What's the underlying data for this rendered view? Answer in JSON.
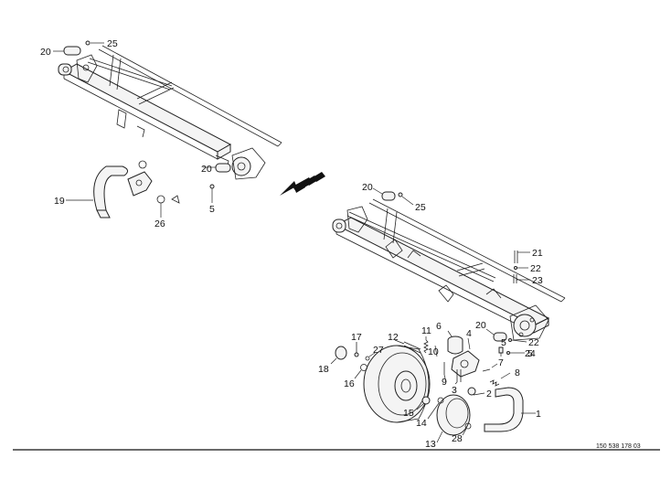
{
  "diagram": {
    "reference_number": "150 538 178 03",
    "callouts": [
      {
        "id": "c20a",
        "text": "20"
      },
      {
        "id": "c25a",
        "text": "25"
      },
      {
        "id": "c20b",
        "text": "20"
      },
      {
        "id": "c5a",
        "text": "5"
      },
      {
        "id": "c19",
        "text": "19"
      },
      {
        "id": "c26",
        "text": "26"
      },
      {
        "id": "c20c",
        "text": "20"
      },
      {
        "id": "c25b",
        "text": "25"
      },
      {
        "id": "c21",
        "text": "21"
      },
      {
        "id": "c22a",
        "text": "22"
      },
      {
        "id": "c23",
        "text": "23"
      },
      {
        "id": "c6",
        "text": "6"
      },
      {
        "id": "c4",
        "text": "4"
      },
      {
        "id": "c11",
        "text": "11"
      },
      {
        "id": "c12",
        "text": "12"
      },
      {
        "id": "c17",
        "text": "17"
      },
      {
        "id": "c20d",
        "text": "20"
      },
      {
        "id": "c22b",
        "text": "22"
      },
      {
        "id": "c5b",
        "text": "5"
      },
      {
        "id": "c5c",
        "text": "5"
      },
      {
        "id": "c24",
        "text": "24"
      },
      {
        "id": "c27",
        "text": "27"
      },
      {
        "id": "c10",
        "text": "10"
      },
      {
        "id": "c7",
        "text": "7"
      },
      {
        "id": "c18",
        "text": "18"
      },
      {
        "id": "c16",
        "text": "16"
      },
      {
        "id": "c9",
        "text": "9"
      },
      {
        "id": "c8",
        "text": "8"
      },
      {
        "id": "c3",
        "text": "3"
      },
      {
        "id": "c2",
        "text": "2"
      },
      {
        "id": "c1",
        "text": "1"
      },
      {
        "id": "c15",
        "text": "15"
      },
      {
        "id": "c14",
        "text": "14"
      },
      {
        "id": "c13",
        "text": "13"
      },
      {
        "id": "c28",
        "text": "28"
      }
    ]
  }
}
